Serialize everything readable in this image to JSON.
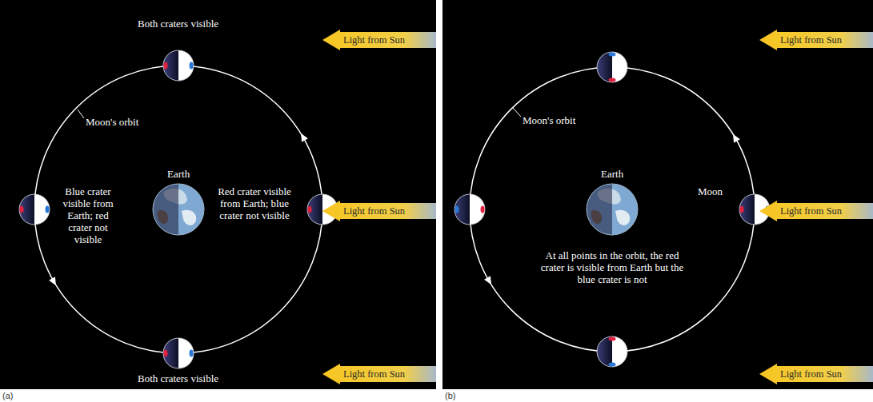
{
  "diagram": {
    "nodes": [
      {
        "text": [
          "Light from Sun"
        ]
      },
      {
        "text": [
          "Light from Sun"
        ]
      },
      {
        "text": [
          "Light from Sun"
        ]
      },
      {
        "text": [
          "Light from Sun"
        ]
      },
      {
        "text": [
          "Light from Sun"
        ]
      },
      {
        "text": [
          "Light from Sun"
        ]
      }
    ],
    "labels": [
      "Both craters visible",
      "Moon's orbit",
      "Earth",
      "Blue crater visible from Earth; red crater not visible",
      "Red crater visible from Earth; blue crater not visible",
      "Both craters visible",
      "(a)",
      "Moon's orbit",
      "Earth",
      "Moon",
      "At all points in the orbit, the red crater is visible from Earth but the blue crater is not",
      "(b)"
    ]
  }
}
